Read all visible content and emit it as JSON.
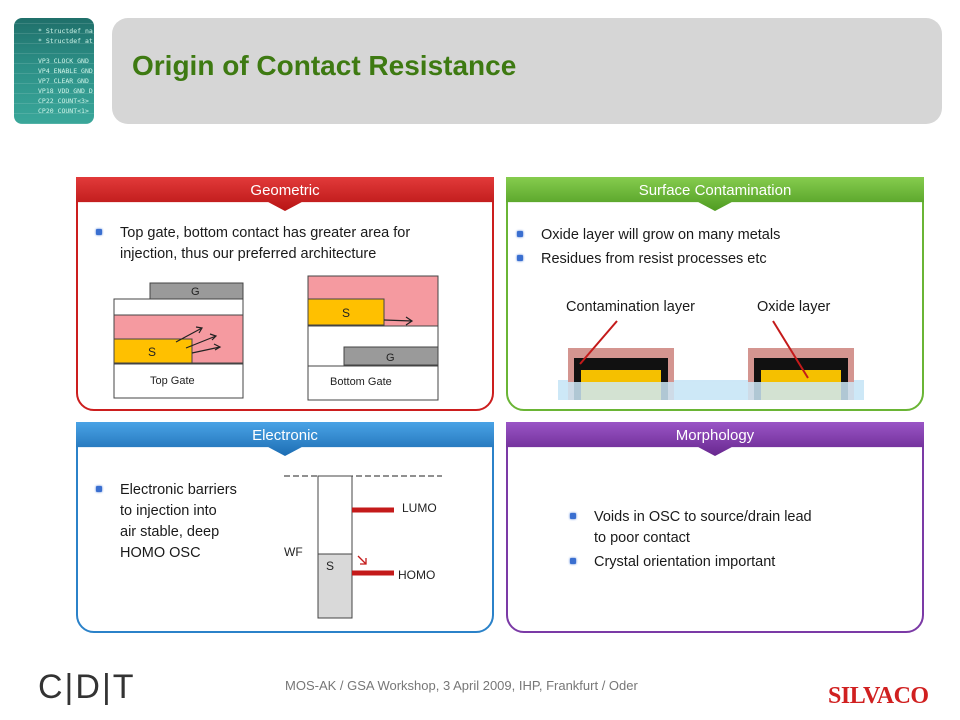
{
  "title": "Origin of Contact Resistance",
  "code_image": {
    "lines": [
      "* Structdef na",
      "* Structdef at",
      "",
      "VP3 CLOCK GND",
      "VP4 ENABLE GND",
      "VP7 CLEAR GND",
      "VP18 VDD GND D",
      "CP22 COUNT<3>",
      "CP20 COUNT<1>"
    ]
  },
  "geometric": {
    "header": "Geometric",
    "color": "#cc1e1e",
    "bullets": [
      "Top gate, bottom contact has greater area for",
      "injection, thus our preferred architecture"
    ],
    "top_gate": {
      "gate": "G",
      "source": "S",
      "label": "Top Gate"
    },
    "bottom_gate": {
      "gate": "G",
      "source": "S",
      "label": "Bottom Gate"
    }
  },
  "surface": {
    "header": "Surface Contamination",
    "color": "#6ab535",
    "bullets": [
      "Oxide layer will grow on many metals",
      "Residues from resist processes etc"
    ],
    "contamination_label": "Contamination layer",
    "oxide_label": "Oxide layer"
  },
  "electronic": {
    "header": "Electronic",
    "color": "#2b82c9",
    "bullets": [
      "Electronic barriers",
      "to injection into",
      "air stable, deep",
      "HOMO OSC"
    ],
    "lumo": "LUMO",
    "homo": "HOMO",
    "wf": "WF",
    "source": "S"
  },
  "morphology": {
    "header": "Morphology",
    "color": "#7b3aa6",
    "bullets": [
      "Voids in OSC to source/drain lead",
      "to poor contact",
      "Crystal orientation important"
    ]
  },
  "footer": {
    "text": "MOS-AK / GSA Workshop, 3 April 2009, IHP, Frankfurt / Oder",
    "logo_left": "C|D|T",
    "logo_right": "SILVACO"
  }
}
